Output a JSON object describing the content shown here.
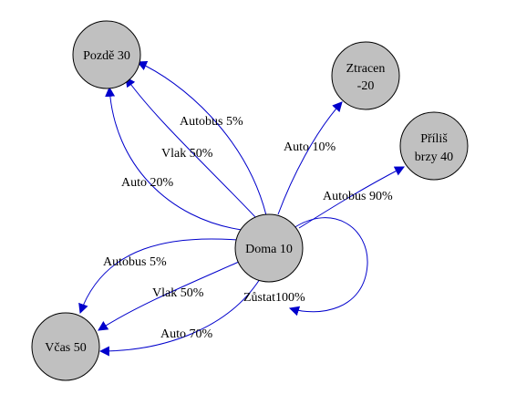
{
  "colors": {
    "node_fill": "#c0c0c0",
    "edge": "#0000cc",
    "text": "#000000",
    "background": "#ffffff"
  },
  "nodes": {
    "pozde": {
      "lines": [
        "Pozdě 30"
      ]
    },
    "ztracen": {
      "lines": [
        "Ztracen",
        "-20"
      ]
    },
    "prilis": {
      "lines": [
        "Příliš",
        "brzy 40"
      ]
    },
    "doma": {
      "lines": [
        "Doma 10"
      ]
    },
    "vcas": {
      "lines": [
        "Včas 50"
      ]
    }
  },
  "edges": {
    "autobus_pozde": "Autobus 5%",
    "vlak_pozde": "Vlak 50%",
    "auto_pozde": "Auto 20%",
    "auto_ztracen": "Auto 10%",
    "autobus_prilis": "Autobus 90%",
    "zustat_doma": "Zůstat100%",
    "autobus_vcas": "Autobus 5%",
    "vlak_vcas": "Vlak 50%",
    "auto_vcas": "Auto 70%"
  }
}
